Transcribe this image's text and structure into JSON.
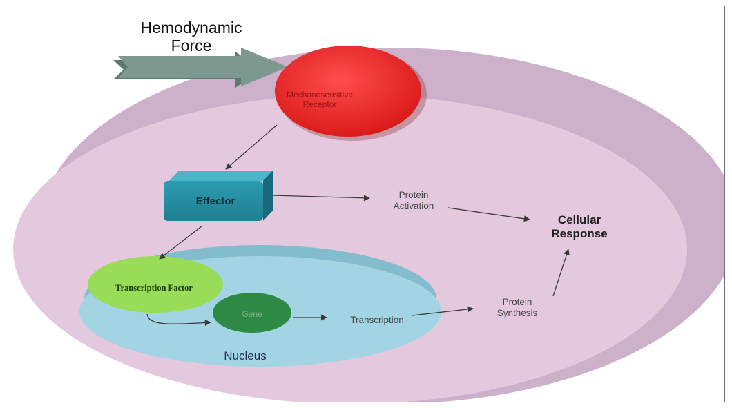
{
  "title": {
    "line1": "Hemodynamic",
    "line2": "Force"
  },
  "nodes": {
    "receptor": {
      "line1": "Mechanosensitive",
      "line2": "Receptor"
    },
    "effector": "Effector",
    "transcription_factor": "Transcription Factor",
    "gene": "Gene",
    "nucleus": "Nucleus",
    "transcription": "Transcription",
    "protein_activation": {
      "line1": "Protein",
      "line2": "Activation"
    },
    "protein_synthesis": {
      "line1": "Protein",
      "line2": "Synthesis"
    },
    "cellular_response": {
      "line1": "Cellular",
      "line2": "Response"
    }
  },
  "colors": {
    "cell": "#e2c6dc",
    "cell_rim": "#c9acc6",
    "receptor": "#e82323",
    "effector": "#2a98ae",
    "nucleus": "#9fd1e1",
    "transcription_factor": "#98dc58",
    "gene": "#2f8a45",
    "force_arrow": "#7c988f",
    "connector": "#3a3a3a"
  },
  "icons": {
    "force": "block-arrow-right",
    "connector": "arrow"
  }
}
